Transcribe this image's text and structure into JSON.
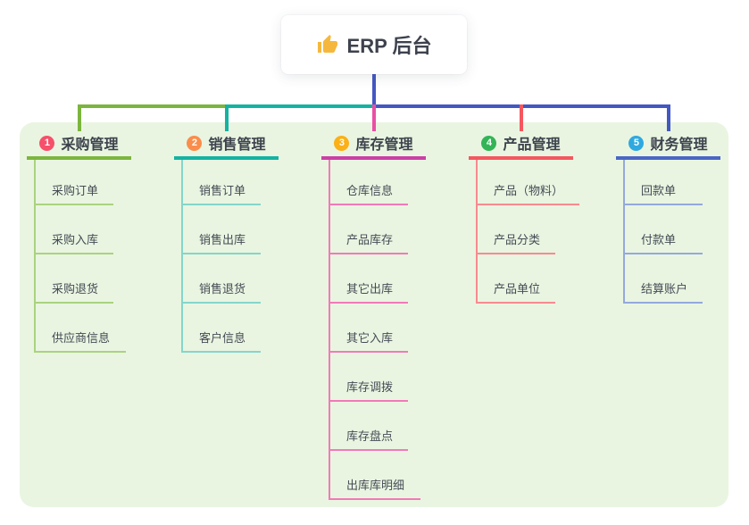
{
  "root": {
    "title": "ERP 后台",
    "icon": "thumbs-up-icon",
    "icon_color": "#f5b83d",
    "card_bg": "#ffffff",
    "connector_color": "#4458c2"
  },
  "panel": {
    "bg_color": "#e9f5e1"
  },
  "connector_bar": {
    "segment_colors": [
      "#7cb53e",
      "#13b3a2",
      "#4458c2",
      "#4458c2"
    ]
  },
  "branches": [
    {
      "badge": "1",
      "label": "采购管理",
      "badge_color": "#f6506b",
      "line_color": "#7cb53e",
      "light_color": "#a9d37f",
      "drop_color": "#7cb53e",
      "children": [
        "采购订单",
        "采购入库",
        "采购退货",
        "供应商信息"
      ]
    },
    {
      "badge": "2",
      "label": "销售管理",
      "badge_color": "#fa8d4b",
      "line_color": "#13b3a2",
      "light_color": "#85d5ca",
      "drop_color": "#13b3a2",
      "children": [
        "销售订单",
        "销售出库",
        "销售退货",
        "客户信息"
      ]
    },
    {
      "badge": "3",
      "label": "库存管理",
      "badge_color": "#fbb017",
      "line_color": "#cc3fa6",
      "light_color": "#f17ab8",
      "drop_color": "#ea4fa5",
      "children": [
        "仓库信息",
        "产品库存",
        "其它出库",
        "其它入库",
        "库存调拨",
        "库存盘点",
        "出库库明细"
      ]
    },
    {
      "badge": "4",
      "label": "产品管理",
      "badge_color": "#33b457",
      "line_color": "#f5575f",
      "light_color": "#f88a90",
      "drop_color": "#f5575f",
      "children": [
        "产品（物料）",
        "产品分类",
        "产品单位"
      ]
    },
    {
      "badge": "5",
      "label": "财务管理",
      "badge_color": "#2fa9e0",
      "line_color": "#4a67c6",
      "light_color": "#93a9dd",
      "drop_color": "#4458c2",
      "children": [
        "回款单",
        "付款单",
        "结算账户"
      ]
    }
  ]
}
